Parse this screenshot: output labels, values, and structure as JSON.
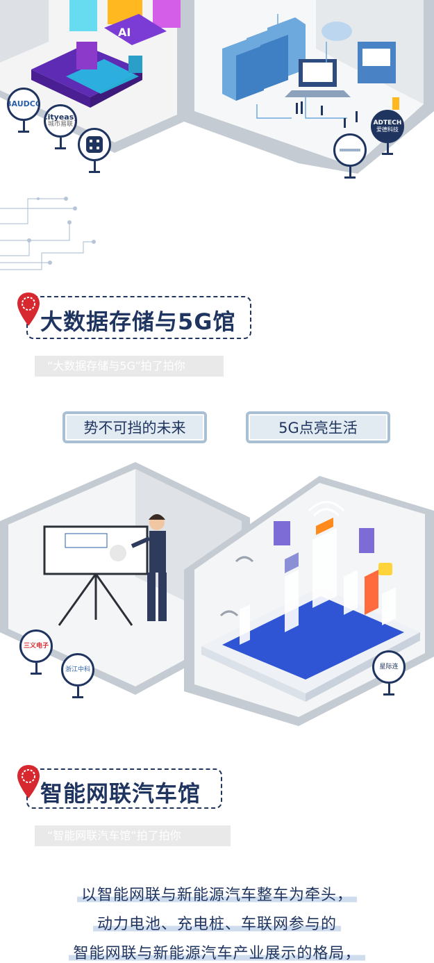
{
  "top_scene": {
    "exhibitor_logos": [
      {
        "name": "baudcg",
        "text": "BAUDCG"
      },
      {
        "name": "cityeasy",
        "text": "Cityeasy",
        "subtext": "城市易联"
      },
      {
        "name": "emblem",
        "text": ""
      },
      {
        "name": "adtech",
        "text": "ADTECH",
        "subtext": "爱德科技"
      },
      {
        "name": "small-logo",
        "text": ""
      }
    ],
    "ai_sign": "AI"
  },
  "section_bigdata": {
    "title": "大数据存储与5G馆",
    "caption": "“大数据存储与5G”拍了拍你",
    "tags": [
      "势不可挡的未来",
      "5G点亮生活"
    ]
  },
  "middle_scene": {
    "exhibitor_logos": [
      {
        "name": "sanxiong",
        "text": "三义电子"
      },
      {
        "name": "zhongke",
        "text": "浙江中科"
      },
      {
        "name": "xingchen",
        "text": "星际连"
      }
    ]
  },
  "section_ev": {
    "title": "智能网联汽车馆",
    "caption": "“智能网联汽车馆”拍了拍你",
    "paragraph": [
      "以智能网联与新能源汽车整车为牵头，",
      "动力电池、充电桩、车联网参与的",
      "智能网联与新能源汽车产业展示的格局，"
    ]
  },
  "colors": {
    "navy": "#1f3560",
    "pin_red": "#d8282f",
    "pill_border": "#a9c0d4",
    "room_wall": "#c8ced4"
  }
}
